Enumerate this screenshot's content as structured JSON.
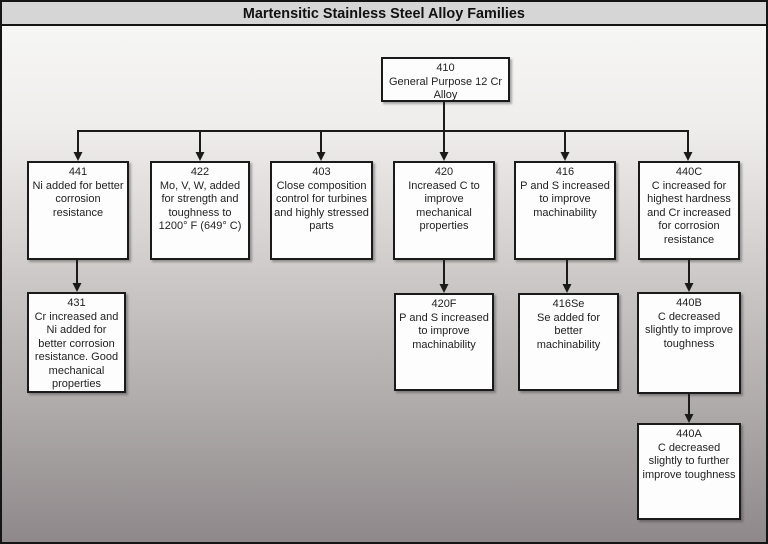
{
  "title": "Martensitic Stainless Steel Alloy Families",
  "colors": {
    "line": "#1a1a1a",
    "box_fill": "#fdfdfd",
    "box_border": "#1a1a1a",
    "titlebar_bg": "#d6d6d6",
    "text": "#222222"
  },
  "root": {
    "code": "410",
    "desc": "General Purpose 12 Cr Alloy"
  },
  "level2": [
    {
      "code": "441",
      "desc": "Ni added for better corrosion resistance"
    },
    {
      "code": "422",
      "desc": "Mo, V, W, added for strength and toughness to 1200° F (649° C)"
    },
    {
      "code": "403",
      "desc": "Close composition control for turbines and highly stressed parts"
    },
    {
      "code": "420",
      "desc": "Increased C to improve mechanical properties"
    },
    {
      "code": "416",
      "desc": "P and S increased to improve machinability"
    },
    {
      "code": "440C",
      "desc": "C increased for highest hardness and Cr increased for corrosion resistance"
    }
  ],
  "level3": [
    {
      "code": "431",
      "desc": "Cr increased and Ni added for better corrosion resistance. Good mechanical properties"
    },
    {
      "code": "420F",
      "desc": "P and S increased to improve machinability"
    },
    {
      "code": "416Se",
      "desc": "Se added for better machinability"
    },
    {
      "code": "440B",
      "desc": "C decreased slightly to improve toughness"
    }
  ],
  "level4": [
    {
      "code": "440A",
      "desc": "C decreased slightly to further improve toughness"
    }
  ]
}
